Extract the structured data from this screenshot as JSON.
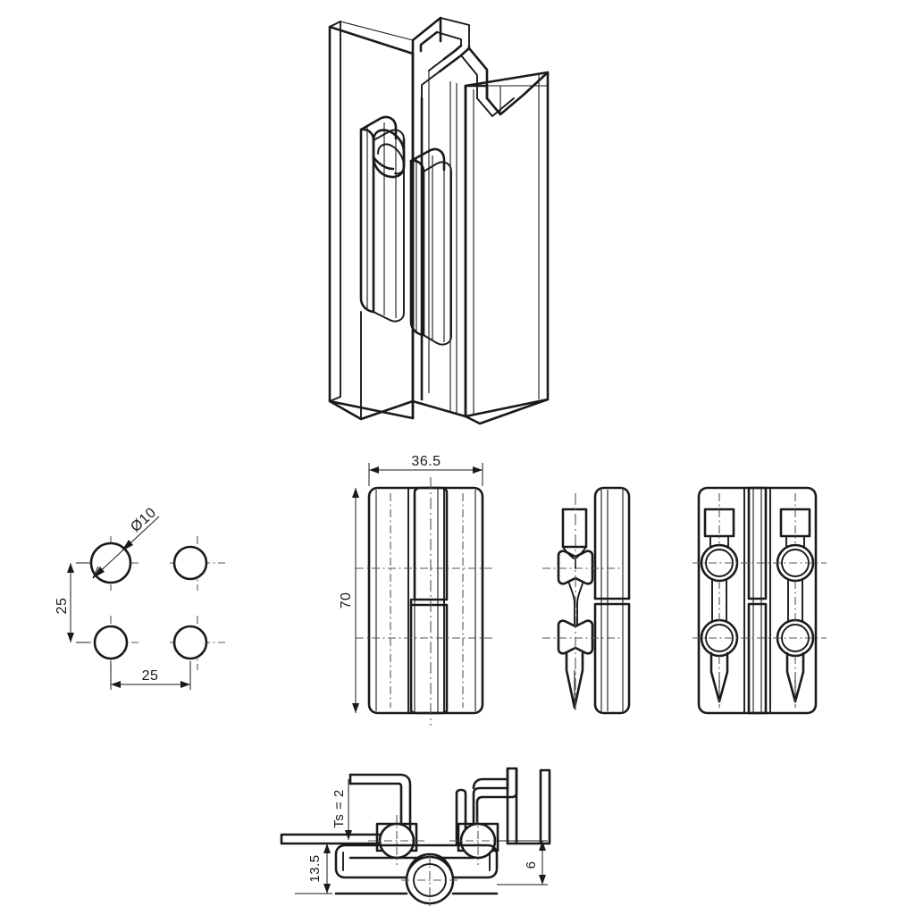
{
  "drawing": {
    "title": "Concealed door hinge – technical drawing",
    "background_color": "#ffffff",
    "line_color": "#1a1a1a",
    "centerline_color": "#555555"
  },
  "views": {
    "isometric": {
      "name": "isometric-assembly-view",
      "description": "3D isometric view of hinge mounted on sheet metal door frame profile"
    },
    "hole_pattern": {
      "name": "hole-pattern-view",
      "description": "Mounting hole pattern, four holes",
      "hole_count": 4
    },
    "front": {
      "name": "front-view",
      "description": "Front elevation of hinge"
    },
    "side": {
      "name": "side-view",
      "description": "Side elevation showing studs"
    },
    "rear": {
      "name": "rear-view",
      "description": "Rear elevation showing four studs"
    },
    "section": {
      "name": "section-view",
      "description": "Horizontal section through hinge and frame"
    }
  },
  "dimensions": {
    "width": "36.5",
    "height": "70",
    "hole_diameter": "Ø10",
    "hole_pitch_vertical": "25",
    "hole_pitch_horizontal": "25",
    "sheet_thickness": "Ts = 2",
    "offset_13_5": "13.5",
    "offset_6": "6"
  }
}
